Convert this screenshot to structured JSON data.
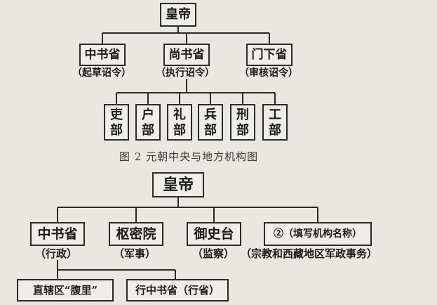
{
  "diagram_top": {
    "root": "皇帝",
    "level1": [
      {
        "name": "中书省",
        "note": "（起草诏令）"
      },
      {
        "name": "尚书省",
        "note": "（执行诏令）"
      },
      {
        "name": "门下省",
        "note": "（审核诏令）"
      }
    ],
    "ministries": [
      {
        "char1": "吏",
        "char2": "部"
      },
      {
        "char1": "户",
        "char2": "部"
      },
      {
        "char1": "礼",
        "char2": "部"
      },
      {
        "char1": "兵",
        "char2": "部"
      },
      {
        "char1": "刑",
        "char2": "部"
      },
      {
        "char1": "工",
        "char2": "部"
      }
    ]
  },
  "caption": "图 2    元朝中央与地方机构图",
  "diagram_bottom": {
    "root": "皇帝",
    "level1": [
      {
        "name": "中书省",
        "note": "（行政）"
      },
      {
        "name": "枢密院",
        "note": "（军事）"
      },
      {
        "name": "御史台",
        "note": "（监察）"
      },
      {
        "name": "②（填写机构名称）",
        "note": "（宗教和西藏地区军政事务）"
      }
    ],
    "local": [
      {
        "name": "直辖区“腹里”"
      },
      {
        "name": "行中书省（行省）"
      }
    ]
  }
}
